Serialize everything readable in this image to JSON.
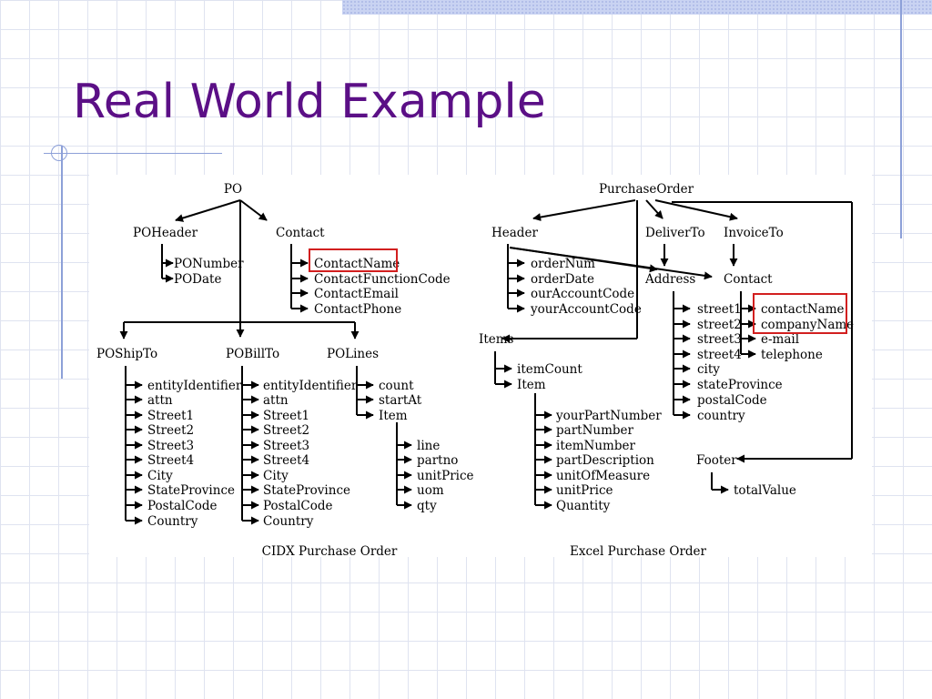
{
  "slide": {
    "title": "Real World Example"
  },
  "diagrams": {
    "cidx": {
      "caption": "CIDX Purchase Order",
      "root": "PO",
      "poheader": "POHeader",
      "poheader_children": [
        "PONumber",
        "PODate"
      ],
      "contact": "Contact",
      "contact_children": [
        "ContactName",
        "ContactFunctionCode",
        "ContactEmail",
        "ContactPhone"
      ],
      "highlighted": "ContactName",
      "poshipto": "POShipTo",
      "pobillto": "POBillTo",
      "address_fields": [
        "entityIdentifier",
        "attn",
        "Street1",
        "Street2",
        "Street3",
        "Street4",
        "City",
        "StateProvince",
        "PostalCode",
        "Country"
      ],
      "polines": "POLines",
      "polines_children": [
        "count",
        "startAt",
        "Item"
      ],
      "item_children": [
        "line",
        "partno",
        "unitPrice",
        "uom",
        "qty"
      ]
    },
    "excel": {
      "caption": "Excel Purchase Order",
      "root": "PurchaseOrder",
      "header": "Header",
      "header_children": [
        "orderNum",
        "orderDate",
        "ourAccountCode",
        "yourAccountCode"
      ],
      "deliver_to": "DeliverTo",
      "invoice_to": "InvoiceTo",
      "address": "Address",
      "contact": "Contact",
      "address_children": [
        "street1",
        "street2",
        "street3",
        "street4",
        "city",
        "stateProvince",
        "postalCode",
        "country"
      ],
      "contact_children": [
        "contactName",
        "companyName",
        "e-mail",
        "telephone"
      ],
      "highlighted": [
        "contactName",
        "companyName"
      ],
      "items": "Items",
      "items_children": [
        "itemCount",
        "Item"
      ],
      "item_children": [
        "yourPartNumber",
        "partNumber",
        "itemNumber",
        "partDescription",
        "unitOfMeasure",
        "unitPrice",
        "Quantity"
      ],
      "footer": "Footer",
      "footer_children": [
        "totalValue"
      ]
    }
  }
}
